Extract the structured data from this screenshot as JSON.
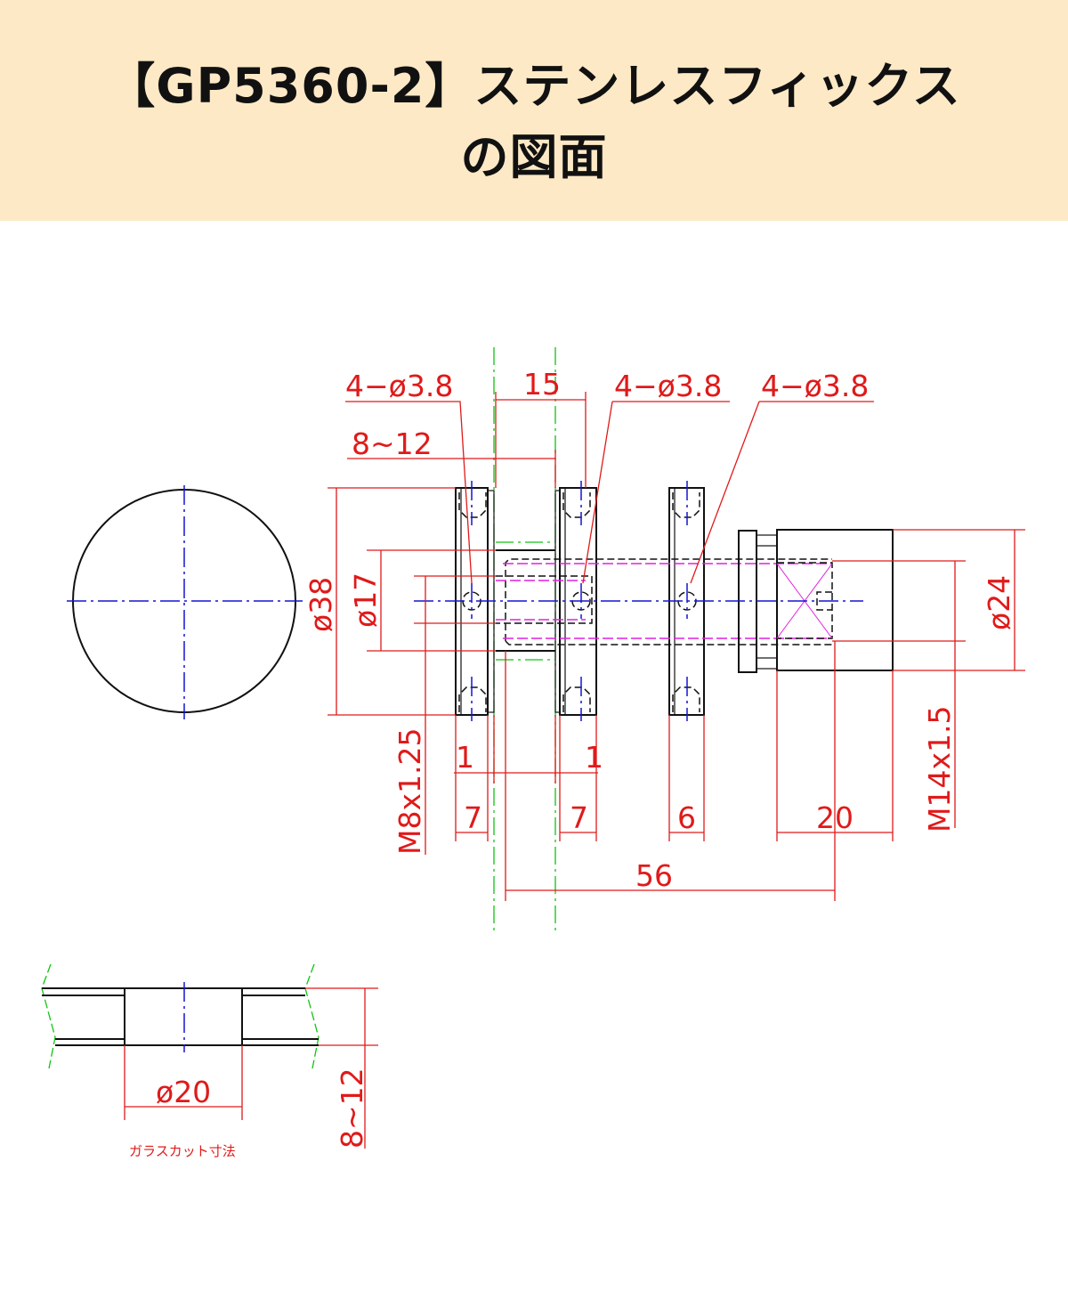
{
  "header": {
    "title_line1": "【GP5360-2】ステンレスフィックス",
    "title_line2": "の図面",
    "background": "#fde9c6"
  },
  "drawing": {
    "leaders": [
      "4−ø3.8",
      "4−ø3.8",
      "4−ø3.8"
    ],
    "dimensions": {
      "gap_15": "15",
      "glass_thickness": "8~12",
      "dia_38": "ø38",
      "dia_17": "ø17",
      "thread_m8": "M8x1.25",
      "dia_24": "ø24",
      "thread_m14": "M14x1.5",
      "one_left": "1",
      "one_right": "1",
      "plate1_7": "7",
      "plate2_7": "7",
      "plate3_6": "6",
      "length_20": "20",
      "length_56": "56"
    },
    "glass_cut": {
      "dia_20": "ø20",
      "thickness": "8~12",
      "caption": "ガラスカット寸法"
    },
    "colors": {
      "dimension": "#e01a1a",
      "centerline": "#1515d0",
      "glass": "#11c411",
      "thread": "#e020e0"
    }
  }
}
